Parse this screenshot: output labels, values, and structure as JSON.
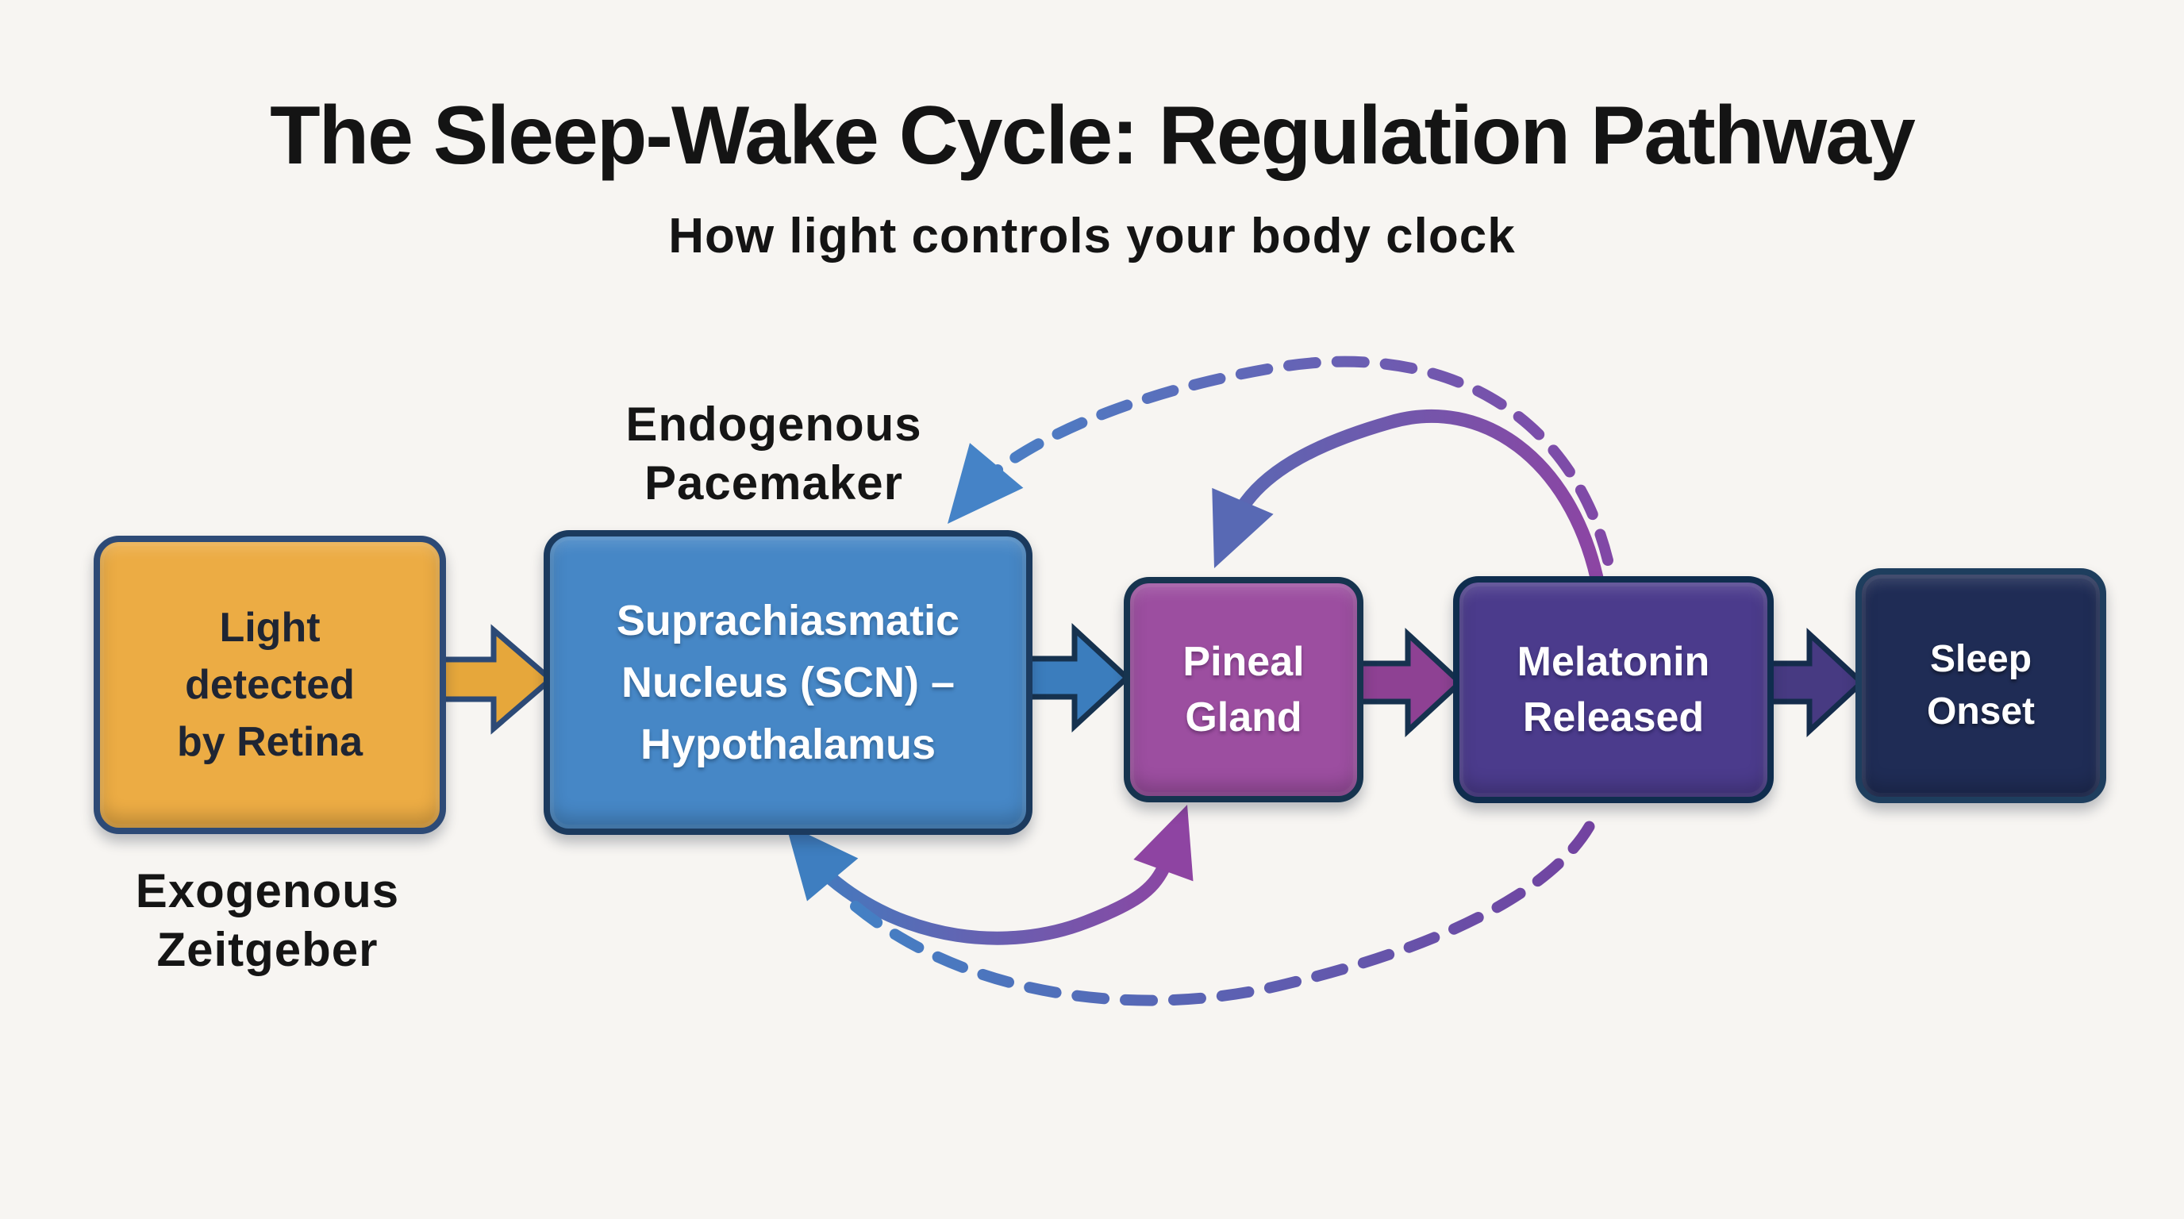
{
  "page": {
    "title": "The Sleep-Wake Cycle: Regulation Pathway",
    "subtitle": "How light controls your body clock"
  },
  "annotations": {
    "endogenous": {
      "lines": [
        "Endogenous",
        "Pacemaker"
      ]
    },
    "exogenous": {
      "lines": [
        "Exogenous",
        "Zeitgeber"
      ]
    }
  },
  "flow": {
    "boxes": [
      {
        "id": "light-detected-by-retina",
        "lines": [
          "Light",
          "detected",
          "by Retina"
        ]
      },
      {
        "id": "scn-hypothalamus",
        "lines": [
          "Suprachiasmatic",
          "Nucleus (SCN) –",
          "Hypothalamus"
        ]
      },
      {
        "id": "pineal-gland",
        "lines": [
          "Pineal",
          "Gland"
        ]
      },
      {
        "id": "melatonin-released",
        "lines": [
          "Melatonin",
          "Released"
        ]
      },
      {
        "id": "sleep-onset",
        "lines": [
          "Sleep",
          "Onset"
        ]
      }
    ],
    "straight_arrows": [
      {
        "from": "light-detected-by-retina",
        "to": "scn-hypothalamus",
        "style": "block"
      },
      {
        "from": "scn-hypothalamus",
        "to": "pineal-gland",
        "style": "block"
      },
      {
        "from": "pineal-gland",
        "to": "melatonin-released",
        "style": "block"
      },
      {
        "from": "melatonin-released",
        "to": "sleep-onset",
        "style": "block"
      }
    ],
    "feedback_arrows": [
      {
        "from": "melatonin-released",
        "to": "scn-hypothalamus",
        "style": "dashed",
        "position": "top"
      },
      {
        "from": "melatonin-released",
        "to": "pineal-gland",
        "style": "solid",
        "position": "top"
      },
      {
        "from": "pineal-gland",
        "to": "scn-hypothalamus",
        "style": "solid",
        "position": "bottom",
        "double_headed": true
      },
      {
        "from": "melatonin-released",
        "to": "scn-hypothalamus",
        "style": "dashed",
        "position": "bottom"
      }
    ]
  },
  "colors": {
    "bg": "#f7f5f2",
    "title_text": "#141414",
    "label_text": "#151515",
    "box1_fill": "#ecac44",
    "box1_border": "#2d4a76",
    "box1_text": "#1f2533",
    "box2_fill": "#4687c6",
    "box2_border": "#1b3a5e",
    "box2_text": "#ffffff",
    "box3_fill": "#9c4ea0",
    "box3_border": "#16344f",
    "box4_fill": "#4b3b8c",
    "box4_border": "#0f2d4e",
    "box5_fill": "#1f2c55",
    "box5_border": "#1e3e5e",
    "arrow1_fill": "#e6a73b",
    "arrow1_stroke": "#2d4a76",
    "arrow2_fill": "#3b7dbd",
    "arrow2_stroke": "#16324f",
    "arrow3_fill": "#8e4193",
    "arrow3_stroke": "#16324f",
    "arrow4_fill": "#473a82",
    "arrow4_stroke": "#142c4c",
    "top_dashed_from": "#4583c7",
    "top_dashed_to": "#8148a6",
    "top_solid_from": "#5869b4",
    "top_solid_to": "#8c45a3",
    "bottom_solid_from": "#3e7ec0",
    "bottom_solid_to": "#8e44a2",
    "bottom_dashed_from": "#4480c4",
    "bottom_dashed_to": "#7342a0"
  }
}
